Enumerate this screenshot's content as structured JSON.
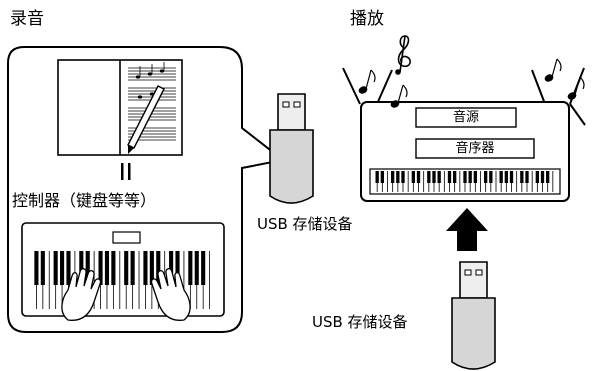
{
  "record": {
    "heading": "录音",
    "controller_label": "控制器（键盘等等）",
    "usb_label": "USB 存储设备"
  },
  "playback": {
    "heading": "播放",
    "tone_generator_label": "音源",
    "sequencer_label": "音序器",
    "usb_label": "USB 存储设备"
  },
  "colors": {
    "usb_body": "#d6d6d6",
    "usb_connector": "#eeeeee",
    "line": "#000000",
    "keyboard_fill": "#ffffff"
  },
  "icons": [
    "score-icon",
    "pen-icon",
    "equals-icon",
    "hands-icon",
    "music-notes-icon",
    "treble-clef-icon",
    "up-arrow-icon",
    "usb-drive-icon"
  ]
}
